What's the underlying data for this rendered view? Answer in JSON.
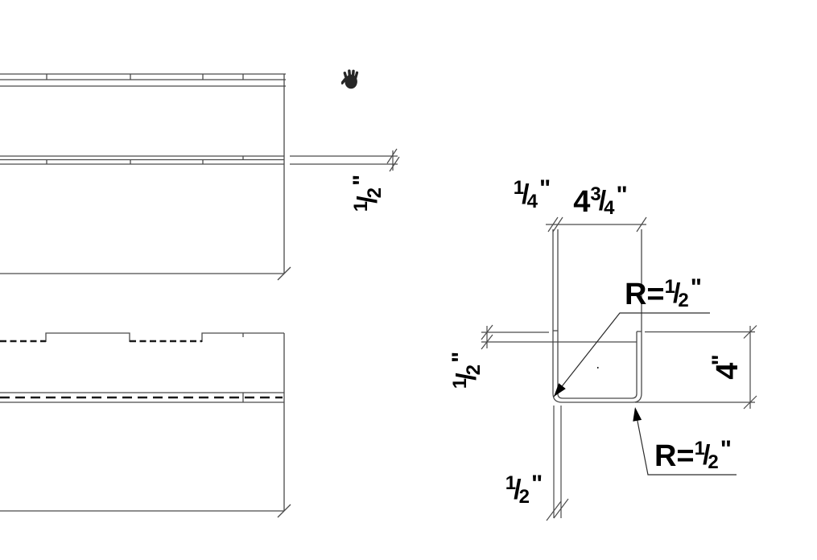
{
  "canvas": {
    "description": "CAD drawing canvas with channel part views"
  },
  "cursor": {
    "icon": "pan-hand",
    "color": "#272727"
  },
  "colors": {
    "line": "#4a4a4a",
    "hidden_line": "#1a1a1a",
    "text": "#000000",
    "arrow": "#000000",
    "background": "#ffffff"
  },
  "top_view": {
    "dim_half": {
      "prefix": "",
      "whole": "",
      "num": "1",
      "slash": "/",
      "den": "2",
      "unit": "\""
    }
  },
  "section_view": {
    "dim_quarter": {
      "prefix": "",
      "whole": "",
      "num": "1",
      "slash": "/",
      "den": "4",
      "unit": "\""
    },
    "dim_width": {
      "prefix": "",
      "whole": "4",
      "num": "3",
      "slash": "/",
      "den": "4",
      "unit": "\""
    },
    "radius_top": {
      "prefix": "R=",
      "whole": "",
      "num": "1",
      "slash": "/",
      "den": "2",
      "unit": "\""
    },
    "dim_half_left": {
      "prefix": "",
      "whole": "",
      "num": "1",
      "slash": "/",
      "den": "2",
      "unit": "\""
    },
    "dim_height": {
      "prefix": "",
      "whole": "4",
      "num": "",
      "slash": "",
      "den": "",
      "unit": "\""
    },
    "radius_bottom": {
      "prefix": "R=",
      "whole": "",
      "num": "1",
      "slash": "/",
      "den": "2",
      "unit": "\""
    },
    "dim_half_bottom": {
      "prefix": "",
      "whole": "",
      "num": "1",
      "slash": "/",
      "den": "2",
      "unit": "\""
    }
  }
}
